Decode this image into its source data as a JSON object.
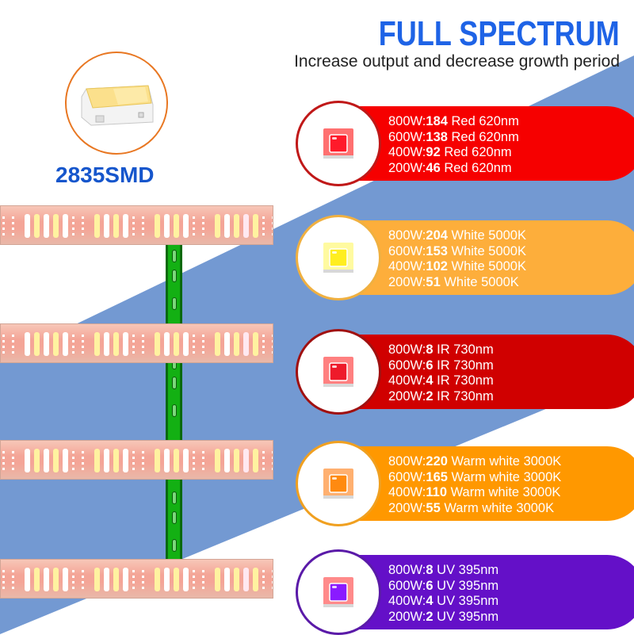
{
  "header": {
    "title": "FULL SPECTRUM",
    "subtitle": "Increase output and decrease growth period"
  },
  "led_type": {
    "label": "2835SMD",
    "icon": "smd-led-chip-icon"
  },
  "colors": {
    "title_blue": "#1e63e6",
    "label_blue": "#1656cc",
    "background_band": "#7399d2",
    "rail_green": "#13b013"
  },
  "spectrum_groups": [
    {
      "name": "Red 620nm",
      "color": "#f60000",
      "ring_color": "#c01818",
      "chip_color": "#ff1a2a",
      "chip_glow": "#ff7070",
      "icon": "red-led-chip-icon",
      "rows": [
        {
          "wattage": "800W:",
          "count": "184",
          "desc": " Red 620nm"
        },
        {
          "wattage": "600W:",
          "count": "138",
          "desc": " Red 620nm"
        },
        {
          "wattage": "400W:",
          "count": "92",
          "desc": " Red 620nm"
        },
        {
          "wattage": "200W:",
          "count": "46",
          "desc": " Red 620nm"
        }
      ]
    },
    {
      "name": "White 5000K",
      "color": "#fdae3b",
      "ring_color": "#f0b040",
      "chip_color": "#ffee20",
      "chip_glow": "#fffaa0",
      "icon": "white-led-chip-icon",
      "rows": [
        {
          "wattage": "800W:",
          "count": "204",
          "desc": " White 5000K"
        },
        {
          "wattage": "600W:",
          "count": "153",
          "desc": " White 5000K"
        },
        {
          "wattage": "400W:",
          "count": "102",
          "desc": " White 5000K"
        },
        {
          "wattage": "200W:",
          "count": "51",
          "desc": " White 5000K"
        }
      ]
    },
    {
      "name": "IR 730nm",
      "color": "#d00000",
      "ring_color": "#a01010",
      "chip_color": "#ee1a2a",
      "chip_glow": "#ff8080",
      "icon": "ir-led-chip-icon",
      "rows": [
        {
          "wattage": "800W:",
          "count": "8",
          "desc": " IR 730nm"
        },
        {
          "wattage": "600W:",
          "count": "6",
          "desc": " IR 730nm"
        },
        {
          "wattage": "400W:",
          "count": "4",
          "desc": " IR 730nm"
        },
        {
          "wattage": "200W:",
          "count": "2",
          "desc": " IR 730nm"
        }
      ]
    },
    {
      "name": "Warm white 3000K",
      "color": "#ff9800",
      "ring_color": "#f0a020",
      "chip_color": "#ff8a10",
      "chip_glow": "#ffb070",
      "icon": "warm-white-led-chip-icon",
      "rows": [
        {
          "wattage": "800W:",
          "count": "220",
          "desc": " Warm white 3000K"
        },
        {
          "wattage": "600W:",
          "count": "165",
          "desc": " Warm white 3000K"
        },
        {
          "wattage": "400W:",
          "count": "110",
          "desc": " Warm white 3000K"
        },
        {
          "wattage": "200W:",
          "count": "55",
          "desc": " Warm white 3000K"
        }
      ]
    },
    {
      "name": "UV 395nm",
      "color": "#6410c8",
      "ring_color": "#5a1aa8",
      "chip_color": "#8a1aff",
      "chip_glow": "#ff8a8a",
      "icon": "uv-led-chip-icon",
      "rows": [
        {
          "wattage": "800W:",
          "count": "8",
          "desc": " UV 395nm"
        },
        {
          "wattage": "600W:",
          "count": "6",
          "desc": " UV 395nm"
        },
        {
          "wattage": "400W:",
          "count": "4",
          "desc": " UV 395nm"
        },
        {
          "wattage": "200W:",
          "count": "2",
          "desc": " UV 395nm"
        }
      ]
    }
  ],
  "light_bars": [
    {
      "name": "light-bar-1"
    },
    {
      "name": "light-bar-2"
    },
    {
      "name": "light-bar-3"
    },
    {
      "name": "light-bar-4"
    }
  ]
}
